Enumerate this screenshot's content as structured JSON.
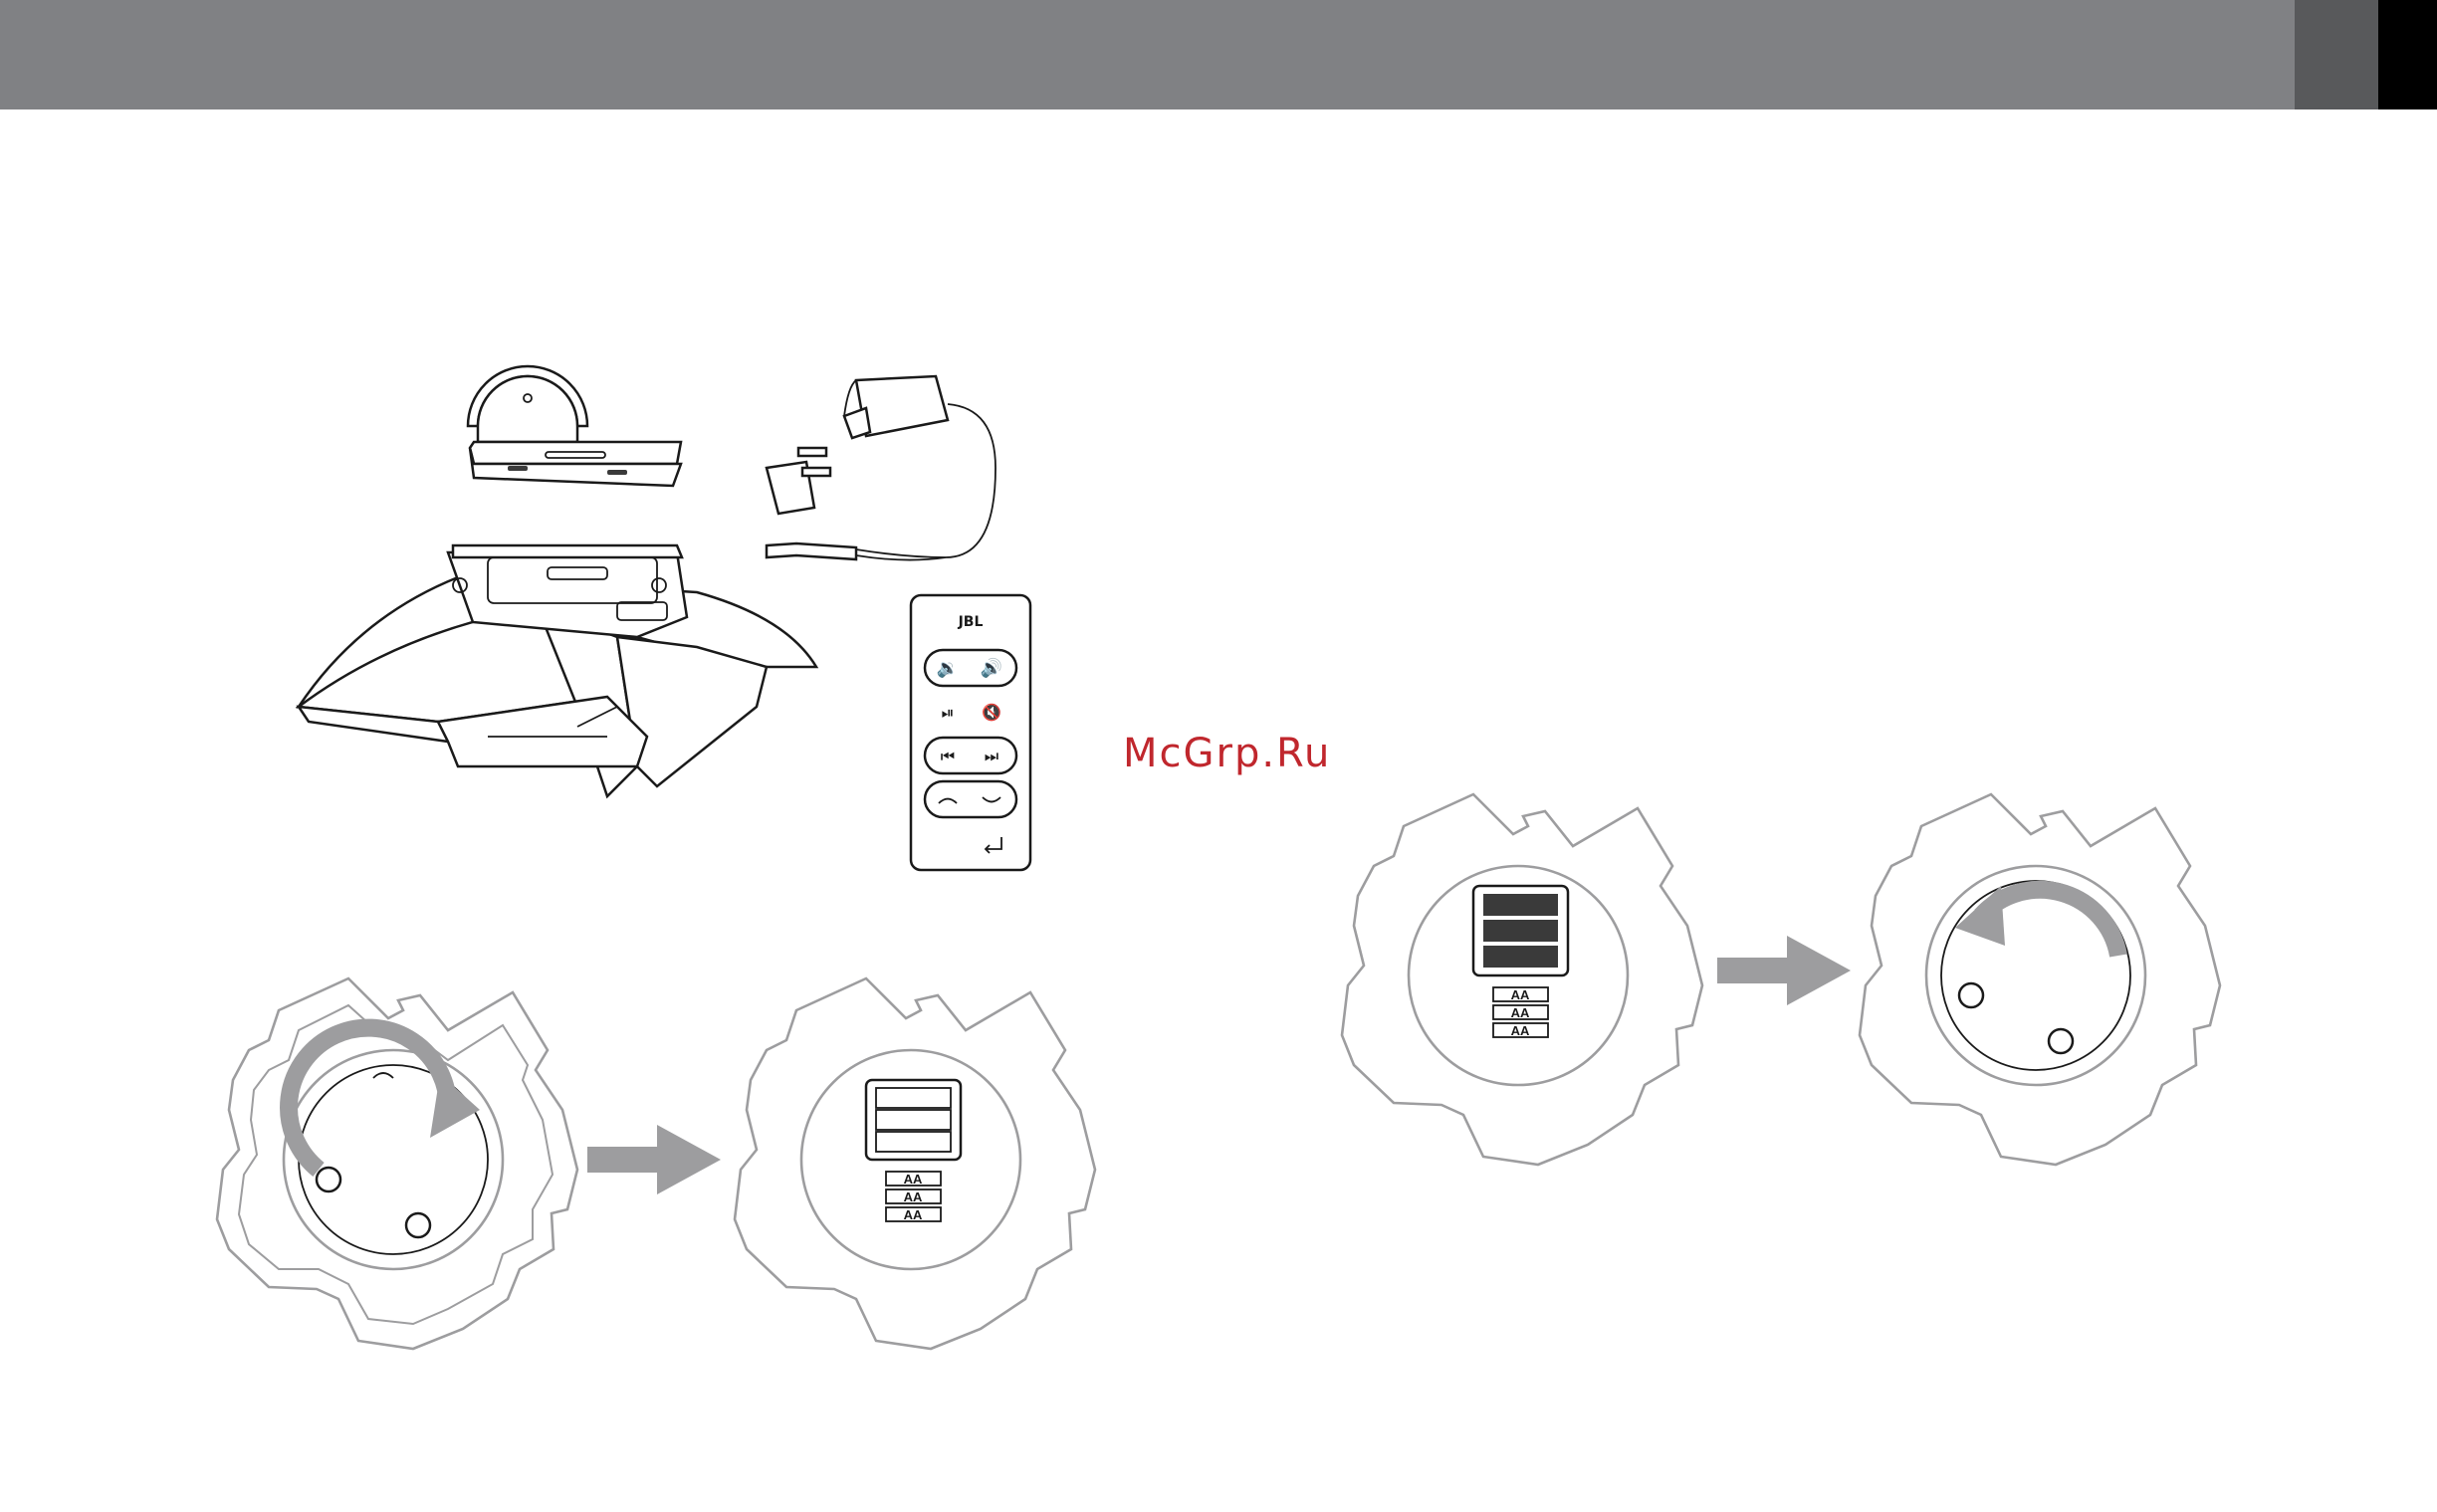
{
  "header": {
    "bar_color": "#808184",
    "tab_dark_color": "#58595b",
    "tab_black_color": "#000000"
  },
  "watermark": {
    "text": "McGrp.Ru",
    "color": "#c0272d"
  },
  "remote": {
    "brand": "JBL",
    "icons": [
      "volume-down-icon",
      "volume-up-icon",
      "play-pause-icon",
      "mute-icon",
      "previous-track-icon",
      "next-track-icon",
      "up-icon",
      "down-icon",
      "enter-icon"
    ]
  },
  "battery_labels": [
    "AA",
    "AA",
    "AA"
  ],
  "arrow_color": "#9d9d9f"
}
